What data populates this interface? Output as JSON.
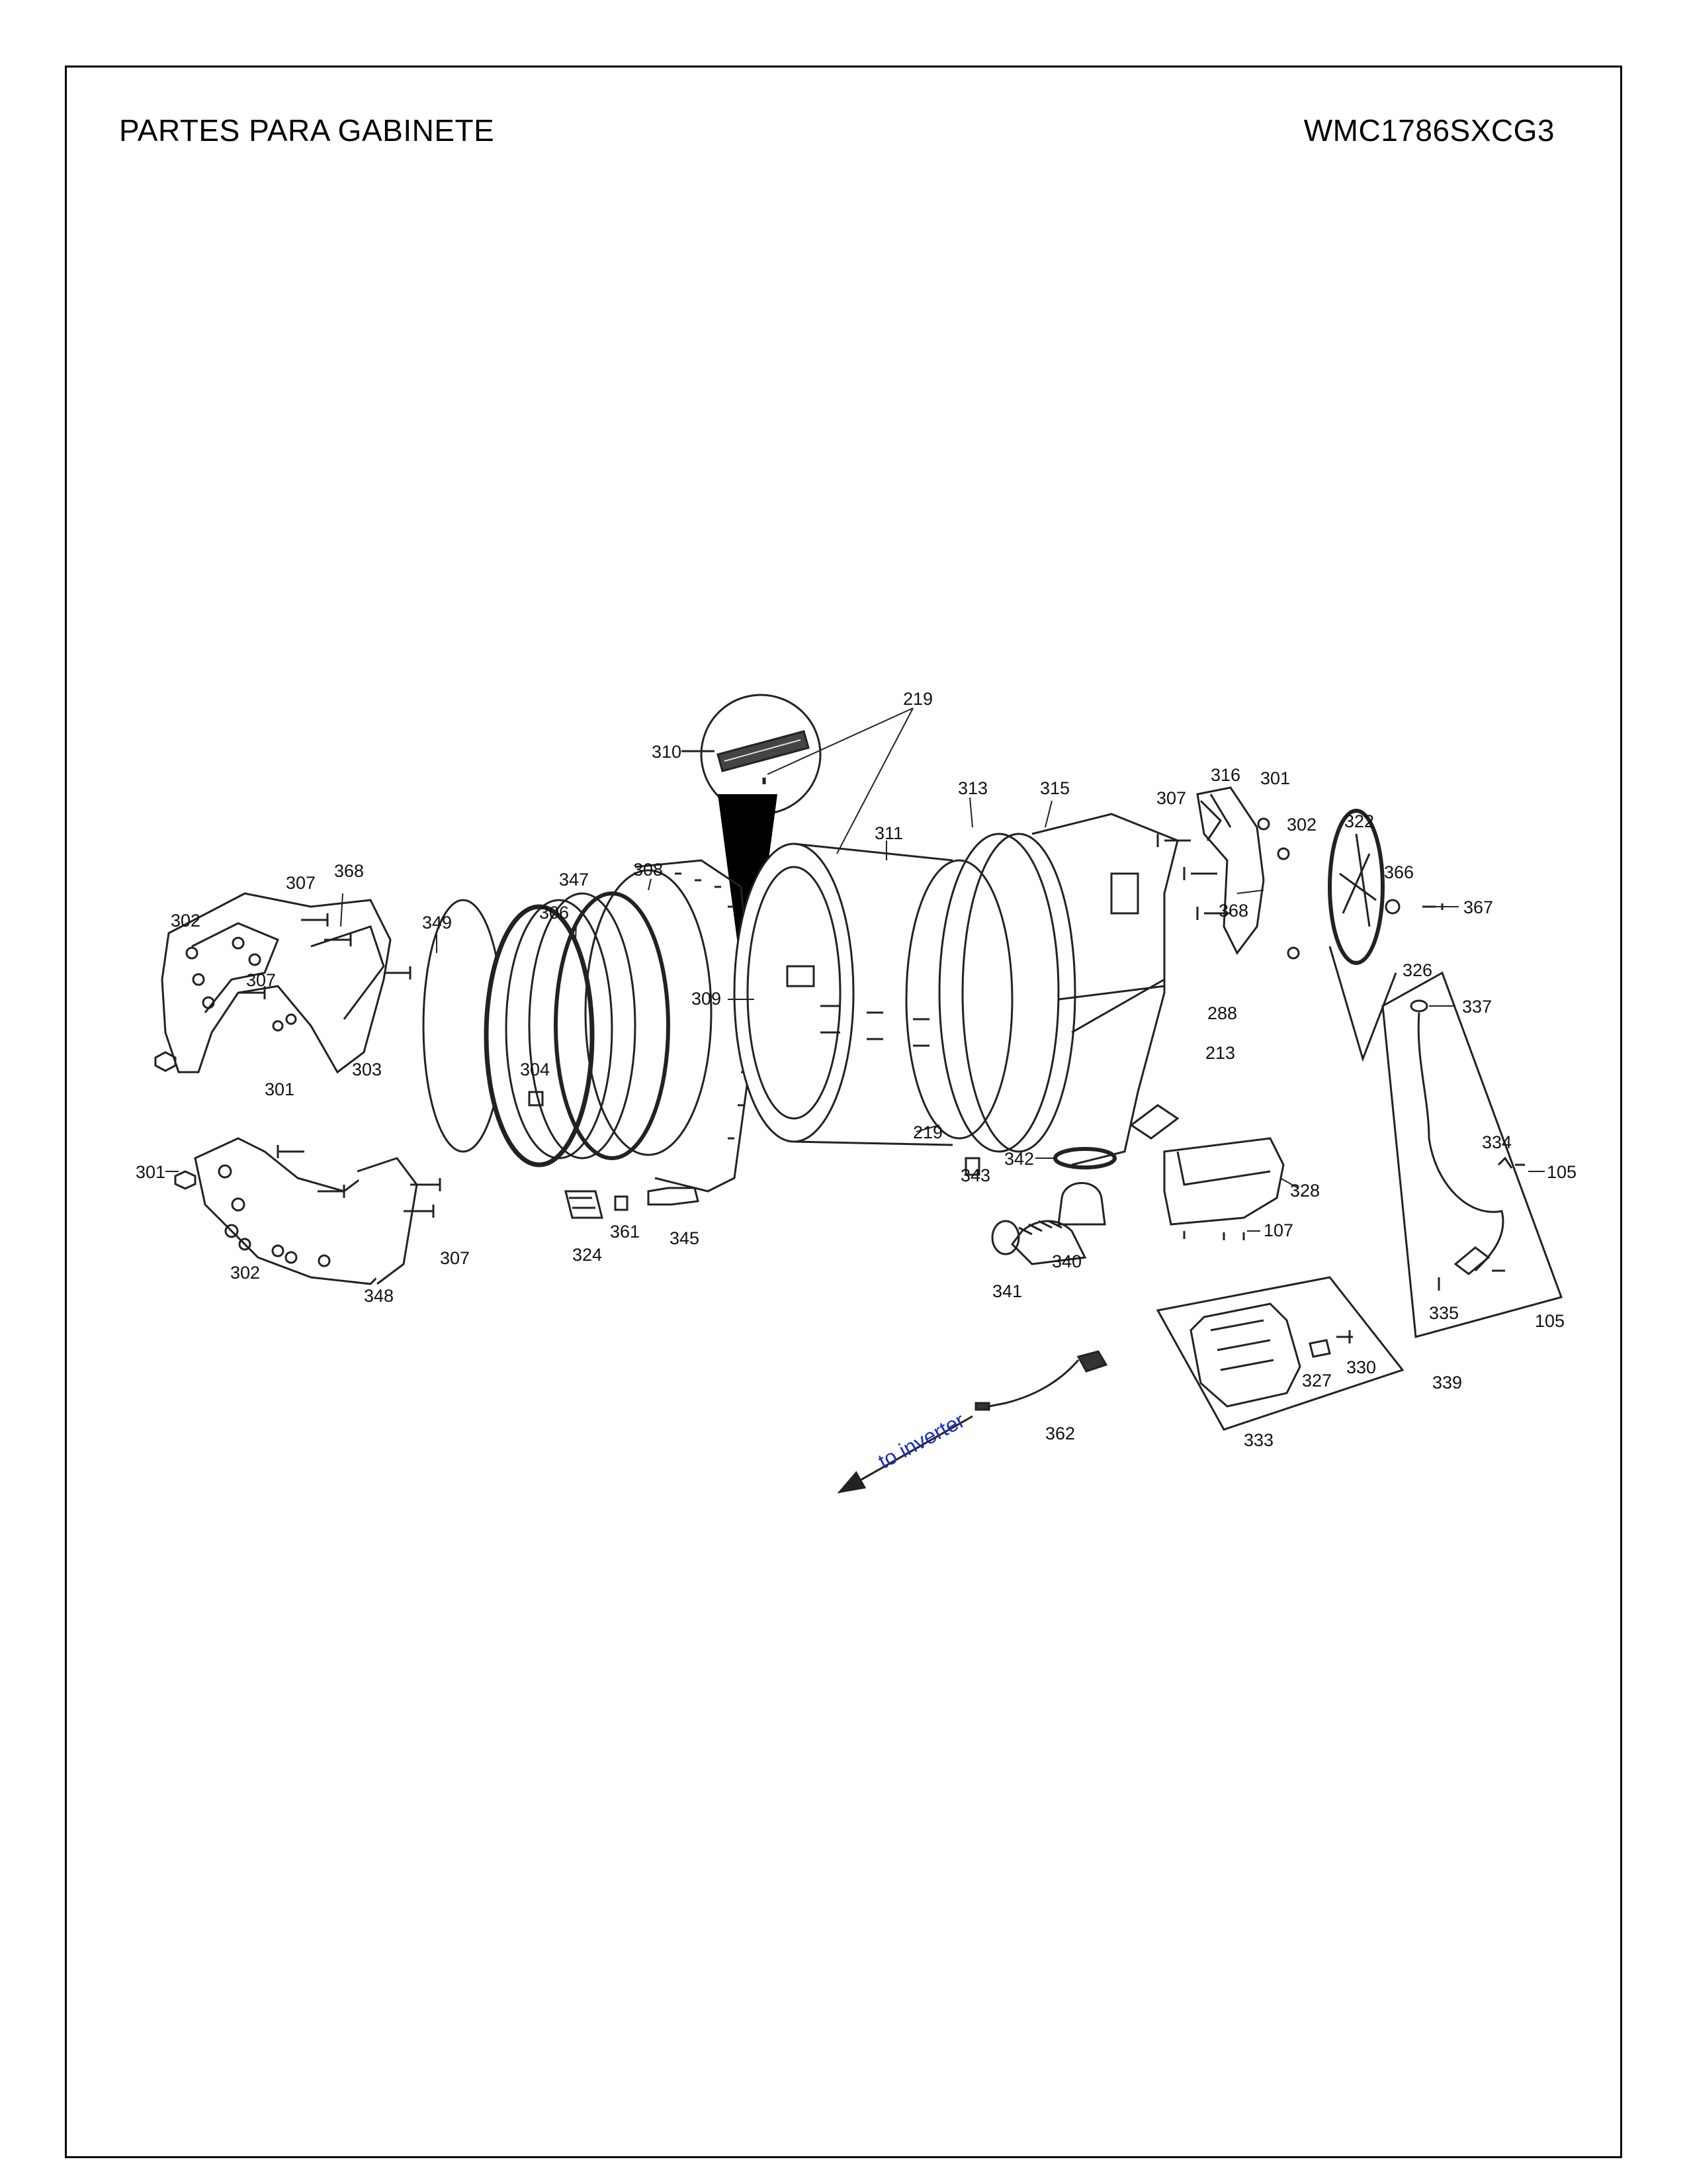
{
  "header": {
    "title": "PARTES PARA GABINETE",
    "model": "WMC1786SXCG3"
  },
  "diagram": {
    "inverter_note": "to inverter",
    "callouts": {
      "c219a": "219",
      "c310": "310",
      "c313": "313",
      "c315": "315",
      "c316": "316",
      "c301a": "301",
      "c307a": "307",
      "c302a": "302",
      "c322": "322",
      "c311": "311",
      "c308": "308",
      "c347": "347",
      "c306": "306",
      "c349": "349",
      "c368a": "368",
      "c307b": "307",
      "c302b": "302",
      "c307c": "307",
      "c301b": "301",
      "c303": "303",
      "c304": "304",
      "c309": "309",
      "c366": "366",
      "c367": "367",
      "c368b": "368",
      "c288": "288",
      "c213": "213",
      "c326": "326",
      "c337": "337",
      "c219b": "219",
      "c342": "342",
      "c343": "343",
      "c328": "328",
      "c334": "334",
      "c105a": "105",
      "c107": "107",
      "c340": "340",
      "c341": "341",
      "c335": "335",
      "c105b": "105",
      "c327": "327",
      "c330": "330",
      "c339": "339",
      "c333": "333",
      "c362": "362",
      "c301c": "301",
      "c324": "324",
      "c361": "361",
      "c345": "345",
      "c302c": "302",
      "c307d": "307",
      "c348": "348"
    }
  }
}
